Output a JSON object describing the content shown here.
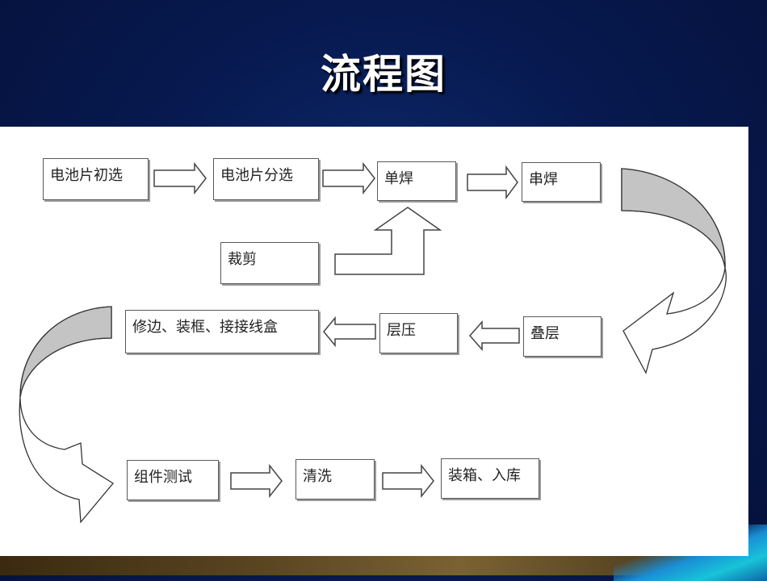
{
  "slide": {
    "title": "流程图"
  },
  "steps": {
    "s1": "电池片初选",
    "s2": "电池片分选",
    "s3": "单焊",
    "s4": "串焊",
    "s5": "裁剪",
    "s6": "叠层",
    "s7": "层压",
    "s8": "修边、装框、接接线盒",
    "s9": "组件测试",
    "s10": "清洗",
    "s11": "装箱、入库"
  }
}
